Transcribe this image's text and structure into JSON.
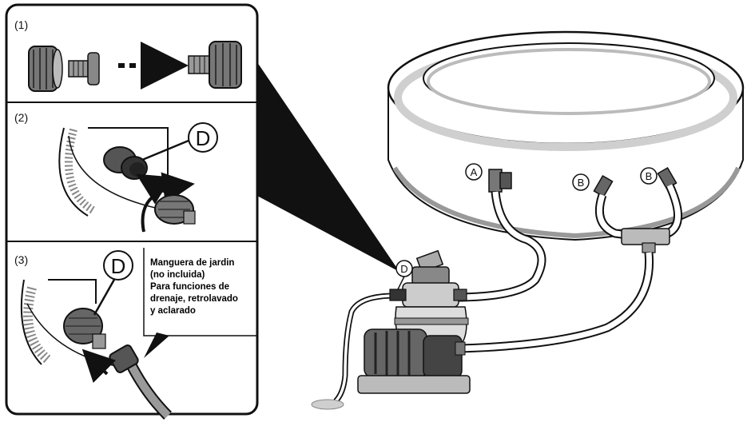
{
  "panels": [
    {
      "number": "(1)"
    },
    {
      "number": "(2)",
      "marker": "D"
    },
    {
      "number": "(3)",
      "marker": "D"
    }
  ],
  "hose_note": {
    "lines": [
      "Manguera de jardin",
      "(no incluida)",
      "Para funciones de",
      "drenaje, retrolavado",
      "y aclarado"
    ]
  },
  "main_labels": {
    "pool_inlet": "A",
    "pool_outlet_left": "B",
    "pool_outlet_right": "B",
    "filter_connection": "D"
  },
  "colors": {
    "ink": "#111111",
    "grey_dark": "#4a4a4a",
    "grey_mid": "#8a8a8a",
    "grey_light": "#c8c8c8",
    "paper": "#ffffff"
  }
}
